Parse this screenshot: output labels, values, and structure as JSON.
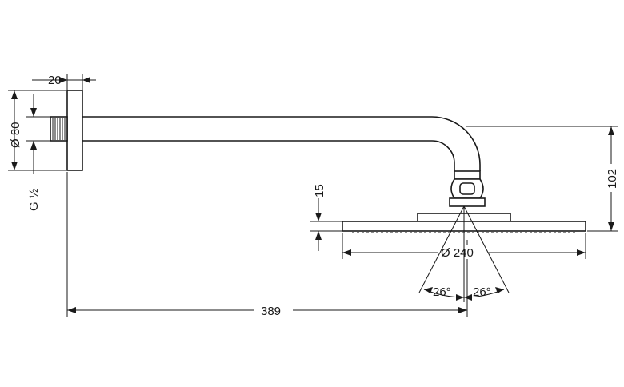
{
  "dimensions": {
    "flange_depth": "20",
    "flange_diameter": "Ø 80",
    "thread": "G ½",
    "arm_length": "389",
    "arm_drop": "102",
    "head_thickness": "15",
    "head_diameter": "Ø 240",
    "tilt_left": "26°",
    "tilt_right": "26°"
  },
  "colors": {
    "line": "#1a1a1a",
    "background": "#ffffff"
  }
}
